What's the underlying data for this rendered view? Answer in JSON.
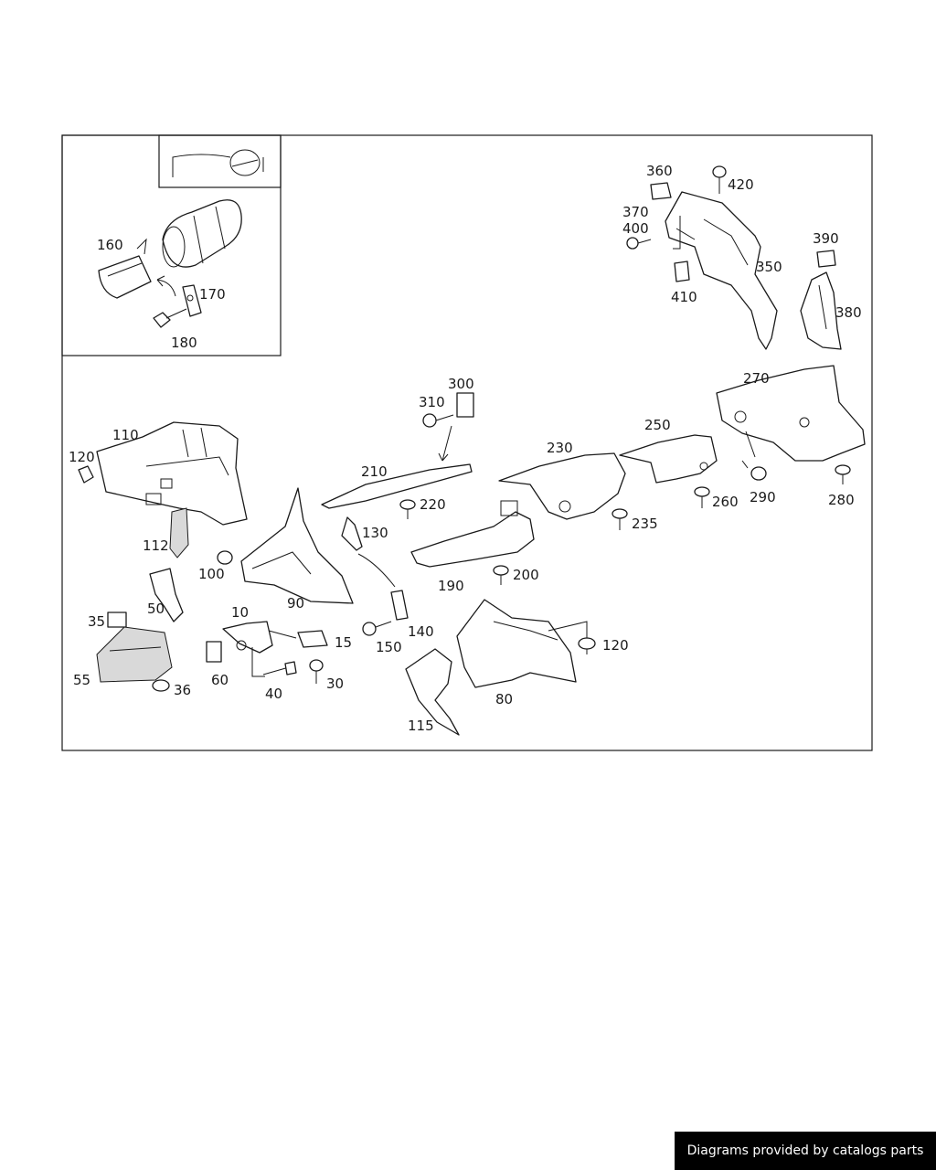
{
  "callouts": {
    "p10": "10",
    "p15": "15",
    "p30": "30",
    "p35": "35",
    "p36": "36",
    "p40": "40",
    "p50": "50",
    "p55": "55",
    "p60": "60",
    "p80": "80",
    "p90": "90",
    "p100": "100",
    "p110": "110",
    "p112": "112",
    "p115": "115",
    "p120a": "120",
    "p120b": "120",
    "p130": "130",
    "p140": "140",
    "p150": "150",
    "p160": "160",
    "p170": "170",
    "p180": "180",
    "p190": "190",
    "p200": "200",
    "p210": "210",
    "p220": "220",
    "p230": "230",
    "p235": "235",
    "p250": "250",
    "p260": "260",
    "p270": "270",
    "p280": "280",
    "p290": "290",
    "p300": "300",
    "p310": "310",
    "p350": "350",
    "p360": "360",
    "p370": "370",
    "p380": "380",
    "p390": "390",
    "p400": "400",
    "p410": "410",
    "p420": "420"
  },
  "footer": {
    "credit": "Diagrams provided by catalogs parts"
  },
  "icons": [
    "steering-wheel-icon"
  ]
}
